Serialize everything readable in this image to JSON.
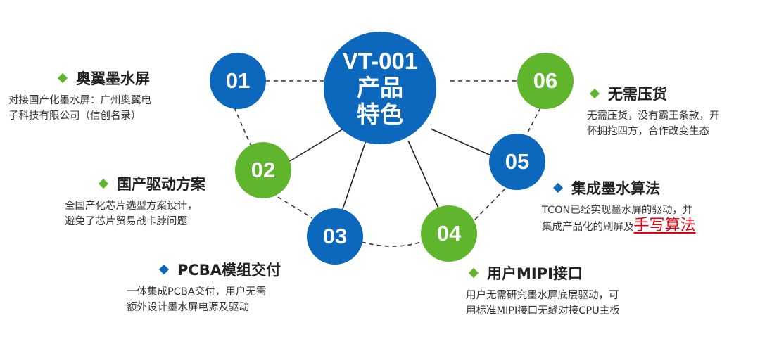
{
  "center": {
    "lines": [
      "VT-001",
      "产品",
      "特色"
    ]
  },
  "nodes": [
    {
      "label": "01"
    },
    {
      "label": "02"
    },
    {
      "label": "03"
    },
    {
      "label": "04"
    },
    {
      "label": "05"
    },
    {
      "label": "06"
    }
  ],
  "features": [
    {
      "title": "奥翼墨水屏",
      "desc": [
        "对接国产化墨水屏：广州奥翼电",
        "子科技有限公司（信创名录）"
      ]
    },
    {
      "title": "国产驱动方案",
      "desc": [
        "全国产化芯片选型方案设计，",
        "避免了芯片贸易战卡脖问题"
      ]
    },
    {
      "title": "PCBA模组交付",
      "desc": [
        "一体集成PCBA交付，用户无需",
        "额外设计墨水屏电源及驱动"
      ]
    },
    {
      "title": "用户MIPI接口",
      "desc": [
        "用户无需研究墨水屏底层驱动，可",
        "用标准MIPI接口无缝对接CPU主板"
      ]
    },
    {
      "title": "集成墨水算法",
      "desc": [
        "TCON已经实现墨水屏的驱动，并",
        "集成产品化的刷屏及"
      ],
      "highlight": "手写算法"
    },
    {
      "title": "无需压货",
      "desc": [
        "无需压货，没有霸王条款，开",
        "怀拥抱四方，合作改变生态"
      ]
    }
  ],
  "colors": {
    "blue": "#0b68bd",
    "green": "#5fb52b",
    "highlight": "#e60012",
    "line": "#333333"
  }
}
